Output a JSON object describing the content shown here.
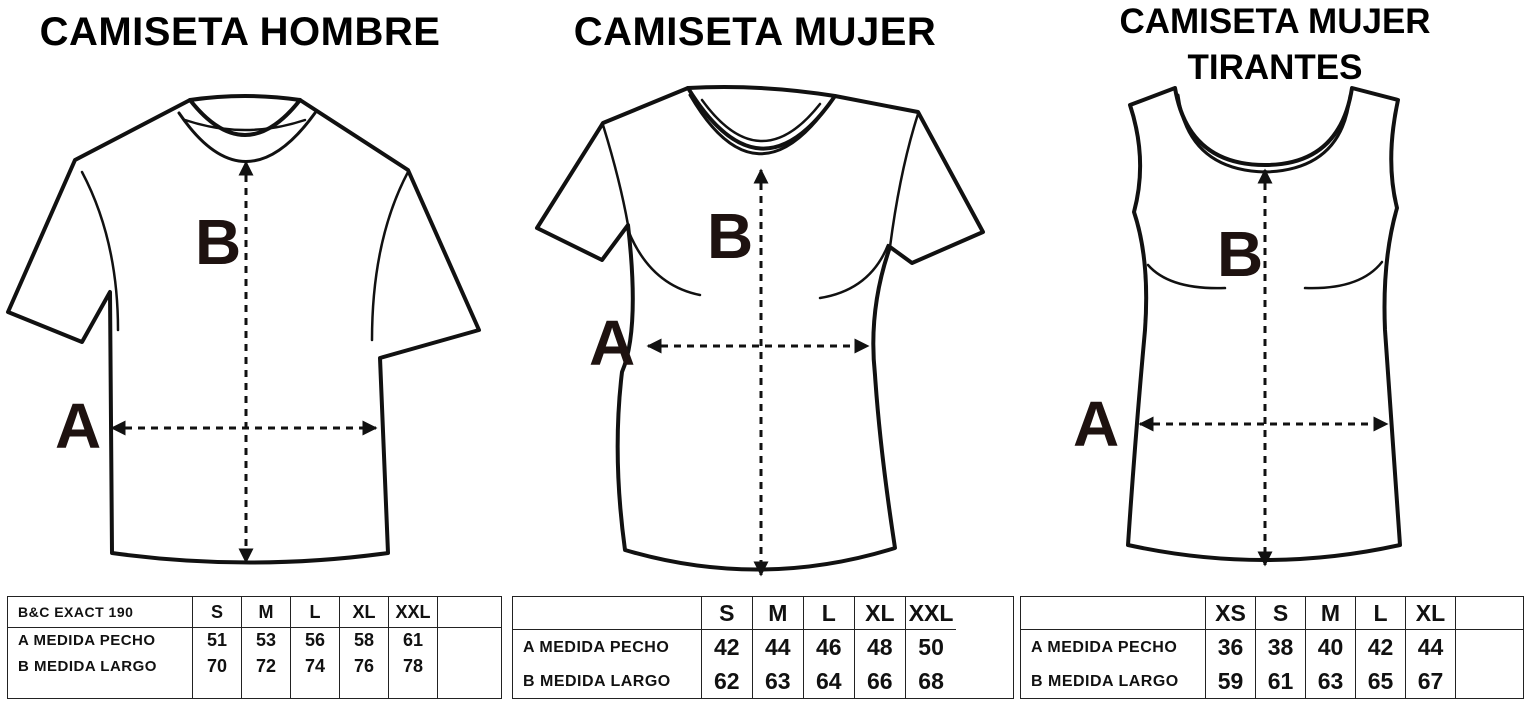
{
  "titles": {
    "men": "CAMISETA HOMBRE",
    "women": "CAMISETA MUJER",
    "tank_line1": "CAMISETA MUJER",
    "tank_line2": "TIRANTES"
  },
  "markers": {
    "a": "A",
    "b": "B"
  },
  "tables": {
    "men": {
      "header_label": "B&C EXACT 190",
      "sizes": [
        "S",
        "M",
        "L",
        "XL",
        "XXL"
      ],
      "rows": [
        {
          "label": "A MEDIDA PECHO",
          "values": [
            "51",
            "53",
            "56",
            "58",
            "61"
          ]
        },
        {
          "label": "B MEDIDA LARGO",
          "values": [
            "70",
            "72",
            "74",
            "76",
            "78"
          ]
        }
      ]
    },
    "women": {
      "sizes": [
        "S",
        "M",
        "L",
        "XL",
        "XXL"
      ],
      "rows": [
        {
          "label": "A MEDIDA PECHO",
          "values": [
            "42",
            "44",
            "46",
            "48",
            "50"
          ]
        },
        {
          "label": "B MEDIDA LARGO",
          "values": [
            "62",
            "63",
            "64",
            "66",
            "68"
          ]
        }
      ]
    },
    "tank": {
      "sizes": [
        "XS",
        "S",
        "M",
        "L",
        "XL"
      ],
      "rows": [
        {
          "label": "A MEDIDA PECHO",
          "values": [
            "36",
            "38",
            "40",
            "42",
            "44"
          ]
        },
        {
          "label": "B MEDIDA LARGO",
          "values": [
            "59",
            "61",
            "63",
            "65",
            "67"
          ]
        }
      ]
    }
  },
  "colors": {
    "outline": "#111111",
    "marker_letter": "#1e1210"
  },
  "icons": [
    "men-tshirt-icon",
    "women-tshirt-icon",
    "tank-top-icon",
    "measure-arrow-icon"
  ]
}
